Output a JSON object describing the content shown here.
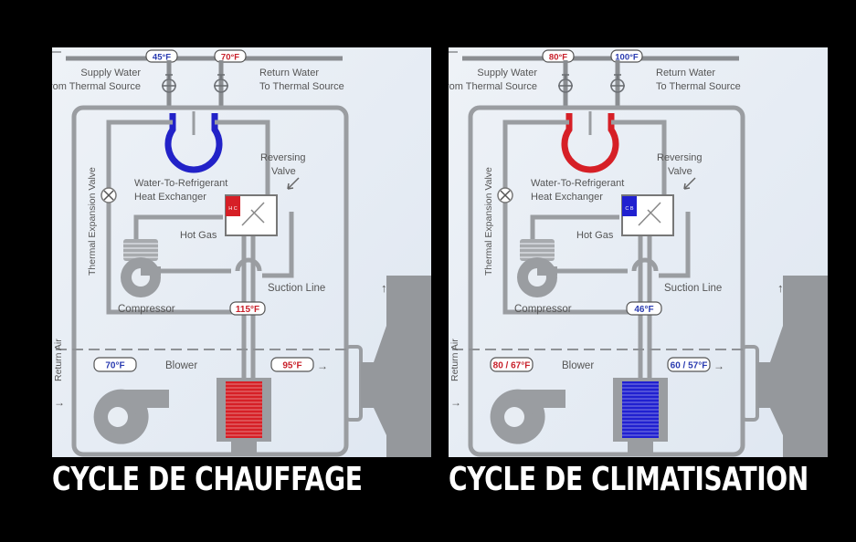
{
  "panels": [
    {
      "caption": "CYCLE DE CHAUFFAGE",
      "supply_temp": "45°F",
      "return_temp": "70°F",
      "supply_label_1": "Supply Water",
      "supply_label_2": "From Thermal Source",
      "return_label_1": "Return Water",
      "return_label_2": "To Thermal Source",
      "reversing_label_1": "Reversing",
      "reversing_label_2": "Valve",
      "exchanger_label_1": "Water-To-Refrigerant",
      "exchanger_label_2": "Heat Exchanger",
      "hot_gas_label": "Hot Gas",
      "expansion_label": "Thermal Expansion Valve",
      "compressor_label": "Compressor",
      "suction_label": "Suction Line",
      "line_temp": "115°F",
      "return_air_label": "Return Air",
      "blower_label": "Blower",
      "air_in_temp": "70°F",
      "air_out_temp": "95°F",
      "valve_letters": "H C",
      "exchanger_color": "#2222c8",
      "coil_color": "#d61f26",
      "valve_color": "#d61f26",
      "inlet_color": "#2a3bb0",
      "outlet_color": "#c8202a"
    },
    {
      "caption": "CYCLE DE CLIMATISATION",
      "supply_temp": "80°F",
      "return_temp": "100°F",
      "supply_label_1": "Supply Water",
      "supply_label_2": "From Thermal Source",
      "return_label_1": "Return Water",
      "return_label_2": "To Thermal Source",
      "reversing_label_1": "Reversing",
      "reversing_label_2": "Valve",
      "exchanger_label_1": "Water-To-Refrigerant",
      "exchanger_label_2": "Heat Exchanger",
      "hot_gas_label": "Hot Gas",
      "expansion_label": "Thermal Expansion Valve",
      "compressor_label": "Compressor",
      "suction_label": "Suction Line",
      "line_temp": "46°F",
      "return_air_label": "Return Air",
      "blower_label": "Blower",
      "air_in_temp": "80 / 67°F",
      "air_out_temp": "60 / 57°F",
      "valve_letters": "C B",
      "exchanger_color": "#d61f26",
      "coil_color": "#2020d0",
      "valve_color": "#2020d0",
      "inlet_color": "#c8202a",
      "outlet_color": "#2a3bb0"
    }
  ]
}
